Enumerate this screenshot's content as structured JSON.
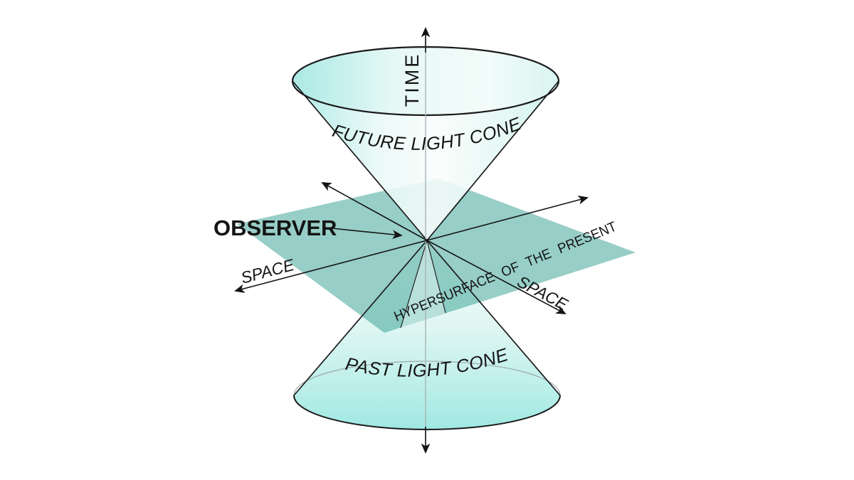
{
  "diagram": {
    "labels": {
      "time": "TIME",
      "future_cone": "FUTURE LIGHT CONE",
      "past_cone": "PAST LIGHT CONE",
      "observer": "OBSERVER",
      "space_left": "SPACE",
      "space_right": "SPACE",
      "hypersurface": "HYPERSURFACE OF THE PRESENT"
    },
    "colors": {
      "background": "#ffffff",
      "cone_edge_tint": "#a5e8e3",
      "cone_center_tint": "#f8fdfc",
      "plane_teal": "#2f9e90",
      "outline": "#1b1b1b",
      "axis_gray": "#a8b6b3",
      "text": "#141414"
    }
  }
}
